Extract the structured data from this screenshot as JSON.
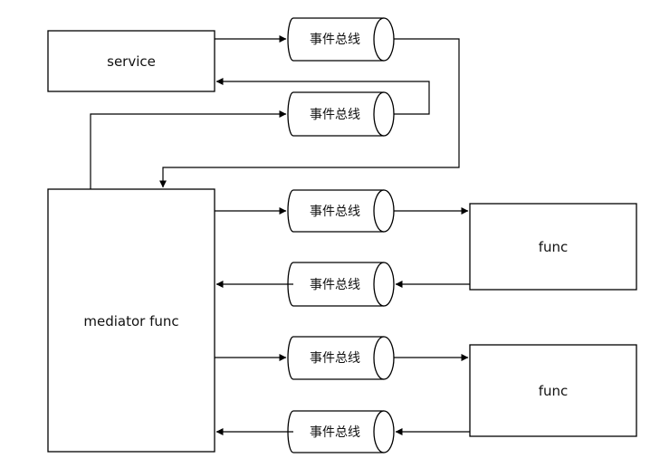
{
  "diagram": {
    "service_label": "service",
    "mediator_label": "mediator func",
    "func_top_label": "func",
    "func_bottom_label": "func",
    "bus_label": "事件总线"
  },
  "colors": {
    "stroke": "#000000",
    "text": "#111111",
    "background": "#ffffff"
  }
}
